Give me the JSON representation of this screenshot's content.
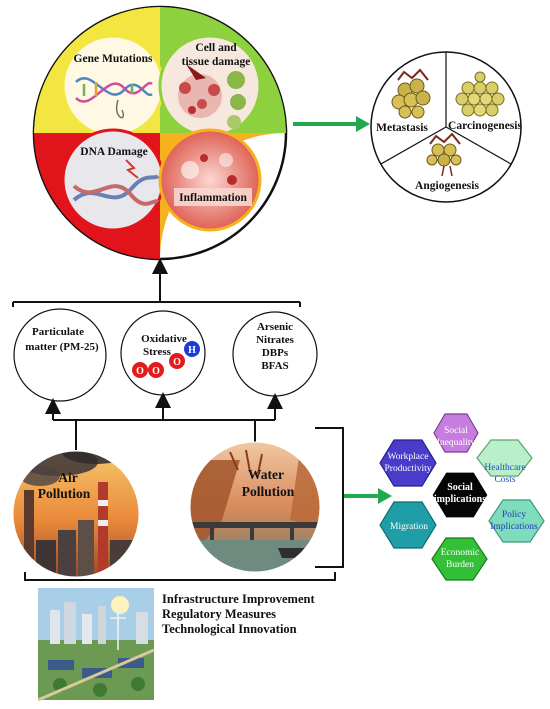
{
  "top_quadrants": {
    "gene_mutations": "Gene Mutations",
    "cell_damage_line1": "Cell and",
    "cell_damage_line2": "tissue damage",
    "dna_damage": "DNA Damage",
    "inflammation": "Inflammation"
  },
  "outcomes": {
    "metastasis": "Metastasis",
    "carcinogenesis": "Carcinogenesis",
    "angiogenesis": "Angiogenesis"
  },
  "mechanisms": {
    "pm_line1": "Particulate",
    "pm_line2": "matter  (PM-25)",
    "ox_line1": "Oxidative",
    "ox_line2": "Stress",
    "contaminants": [
      "Arsenic",
      "Nitrates",
      "DBPs",
      "BFAS"
    ],
    "molecule_o": "O",
    "molecule_h": "H"
  },
  "pollution": {
    "air_line1": "Air",
    "air_line2": "Pollution",
    "water_line1": "Water",
    "water_line2": "Pollution"
  },
  "social": {
    "center_line1": "Social",
    "center_line2": "implications",
    "hexes": [
      {
        "line1": "Social",
        "line2": "Inequality",
        "color": "#c77de0"
      },
      {
        "line1": "Healthcare",
        "line2": "Costs",
        "color": "#b9f0c9"
      },
      {
        "line1": "Policy",
        "line2": "Implications",
        "color": "#7fdcbc"
      },
      {
        "line1": "Economic",
        "line2": "Burden",
        "color": "#33c037"
      },
      {
        "line1": "Migration",
        "line2": "",
        "color": "#1f9ea8"
      },
      {
        "line1": "Workplace",
        "line2": "Productivity",
        "color": "#4a3bcb"
      }
    ],
    "center_color": "#050505"
  },
  "solutions": [
    "Infrastructure Improvement",
    "Regulatory Measures",
    "Technological Innovation"
  ],
  "colors": {
    "arrow_green": "#22a94f",
    "quad_gene": "#f4e640",
    "quad_cell": "#8ed13f",
    "quad_dna": "#e0141a",
    "quad_inflam": "#f6b21e"
  }
}
